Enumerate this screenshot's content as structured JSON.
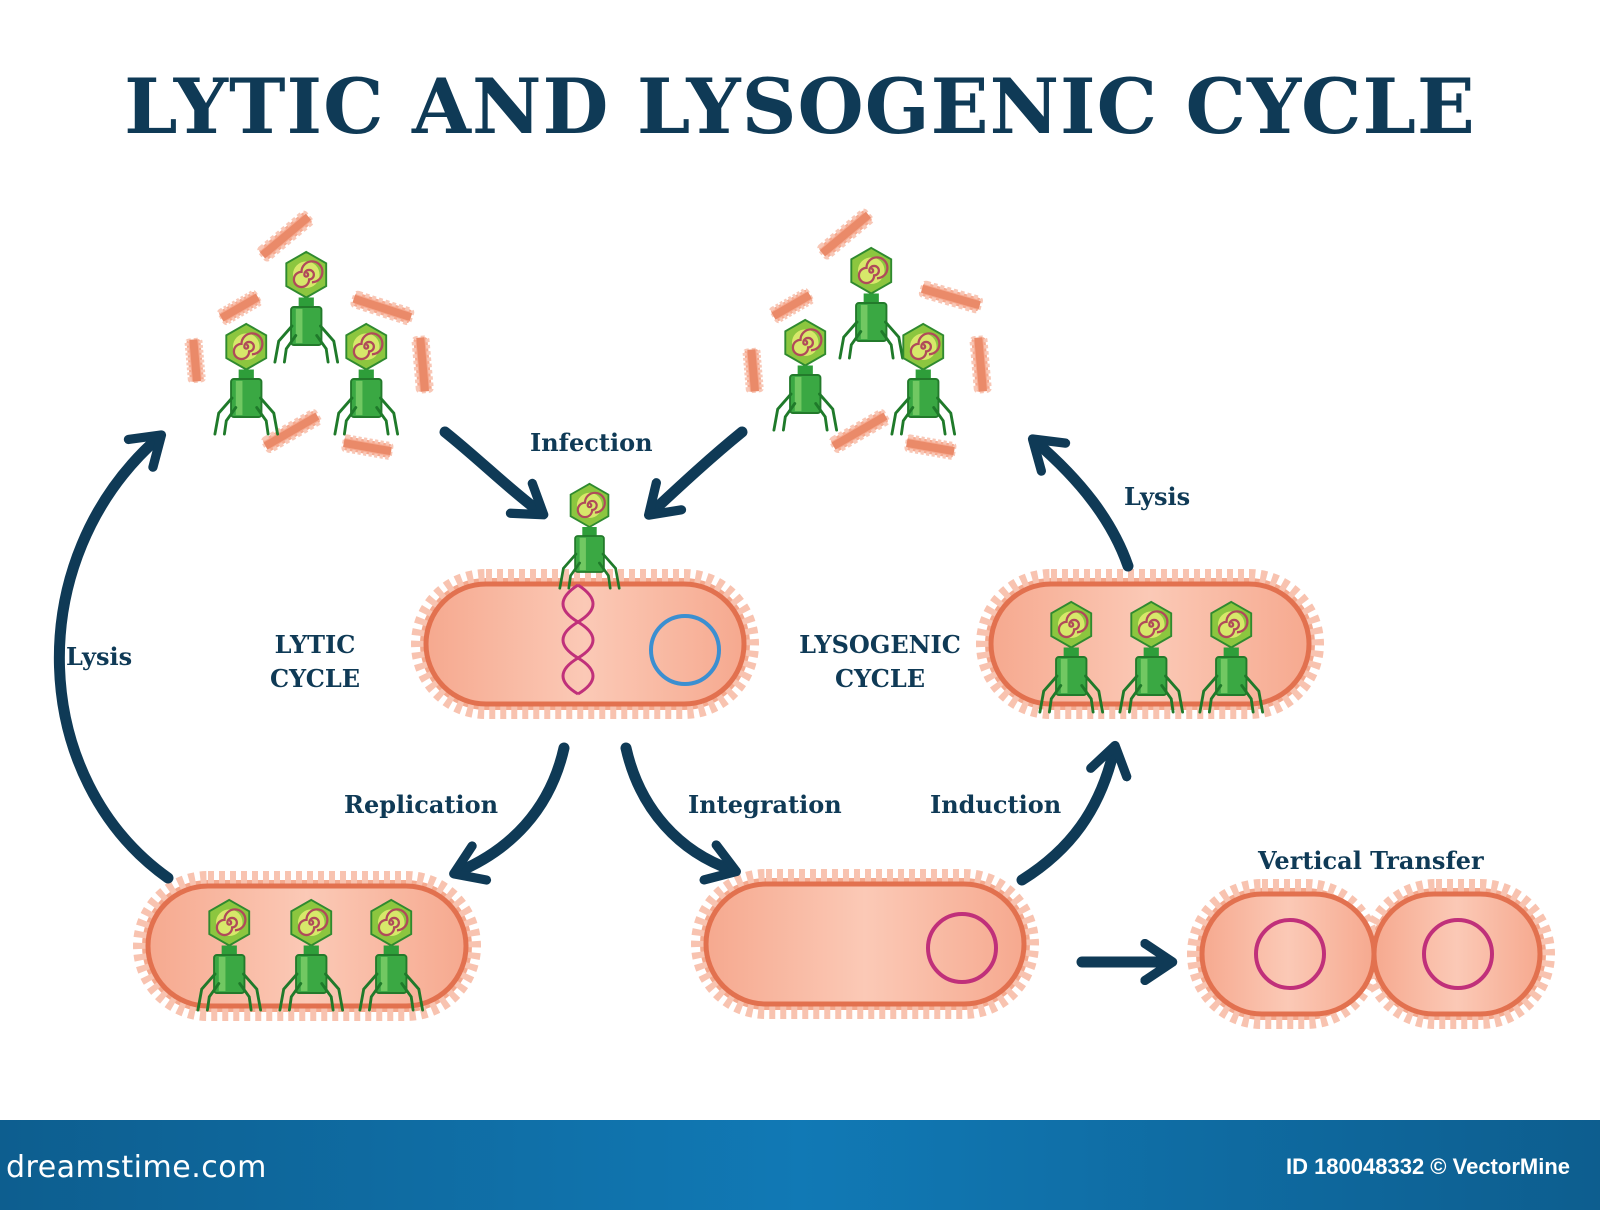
{
  "title": "LYTIC AND LYSOGENIC CYCLE",
  "labels": {
    "infection": "Infection",
    "lytic_cycle_line1": "LYTIC",
    "lytic_cycle_line2": "CYCLE",
    "lysogenic_cycle_line1": "LYSOGENIC",
    "lysogenic_cycle_line2": "CYCLE",
    "lysis_left": "Lysis",
    "lysis_right": "Lysis",
    "replication": "Replication",
    "integration": "Integration",
    "induction": "Induction",
    "vertical_transfer": "Vertical Transfer"
  },
  "footer": {
    "brand": "dreamstime.com",
    "credit": "ID 180048332 © VectorMine"
  },
  "colors": {
    "navy": "#0f3a56",
    "cell_fill": "#f7b9a3",
    "cell_stroke": "#e57f5d",
    "phage_head": "#7cc242",
    "phage_body": "#2e9e3a",
    "viral_dna": "#c0307a",
    "bacterial_dna": "#3b8fd1",
    "footer_bar": "#0f6fa8"
  },
  "icons": [
    "bacteriophage-icon",
    "bacterium-cell-icon",
    "dna-helix-icon",
    "circular-dna-icon",
    "curved-arrow-icon"
  ]
}
